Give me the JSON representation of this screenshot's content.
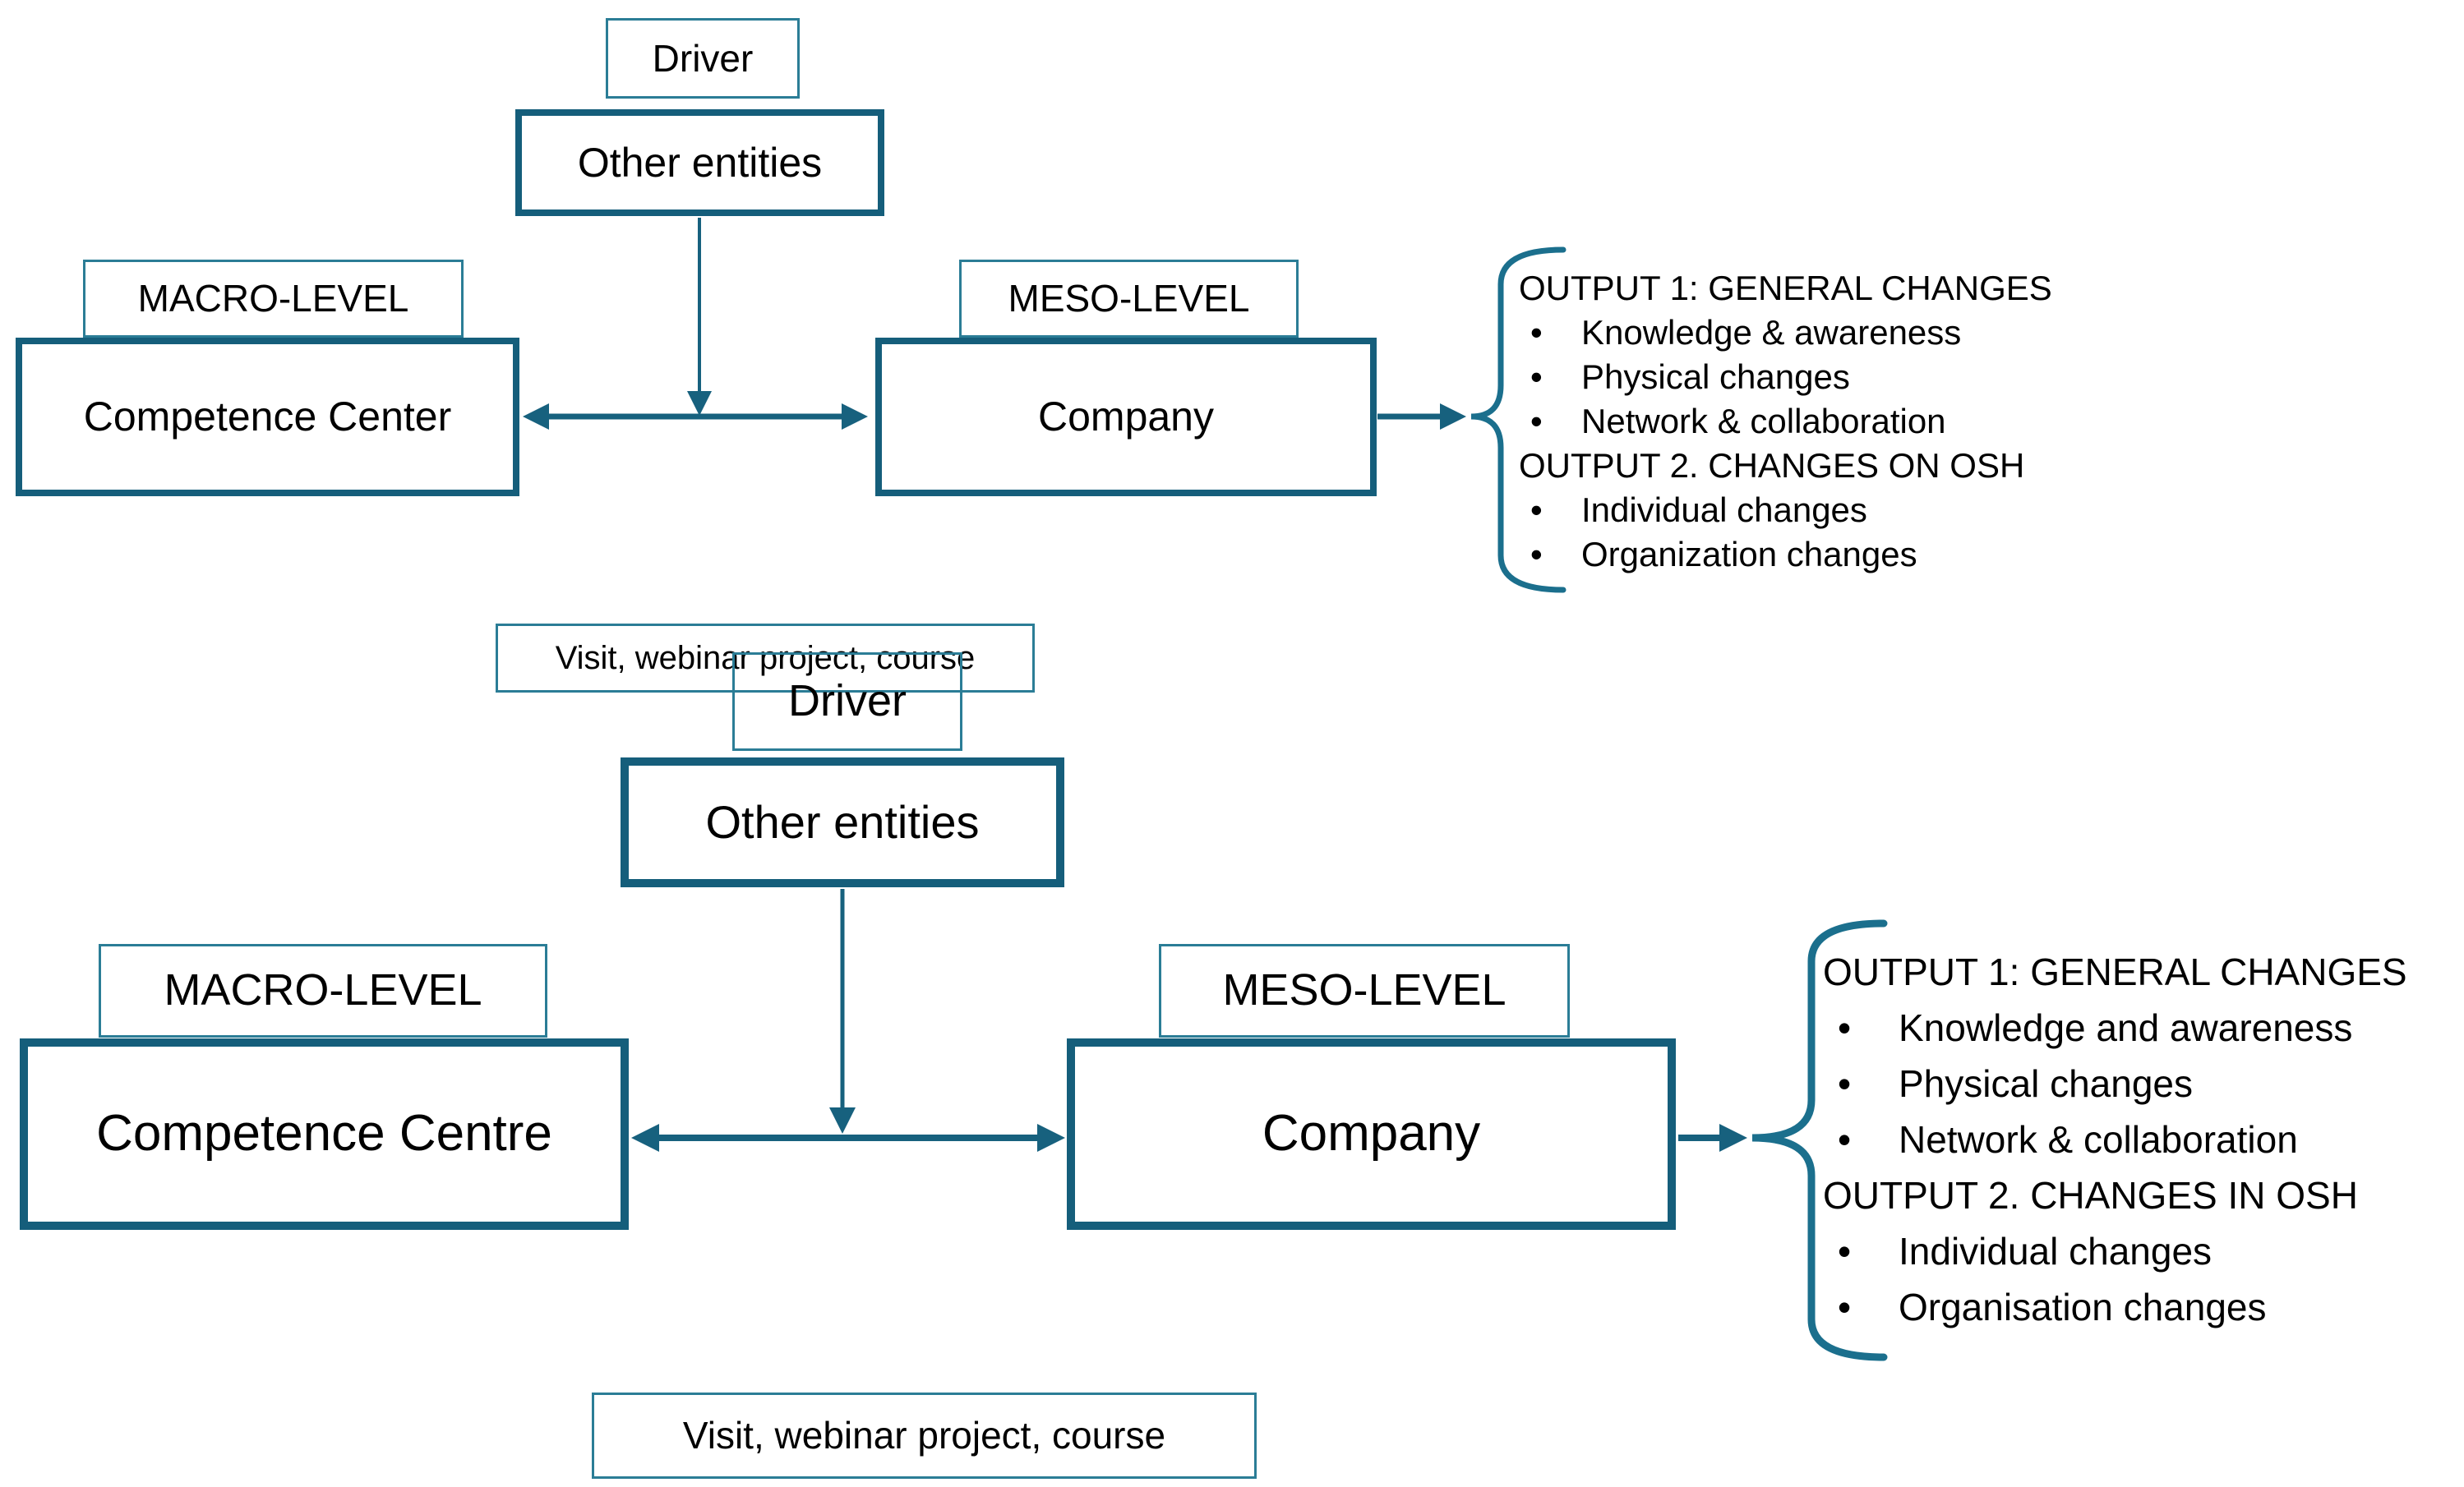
{
  "colors": {
    "thick_border": "#155E7B",
    "thin_border": "#2B7D96",
    "line": "#17617E",
    "brace": "#1B6F8D",
    "text": "#000000",
    "background": "#FFFFFF"
  },
  "top_diagram": {
    "driver_label": "Driver",
    "other_entities_label": "Other entities",
    "macro_level_label": "MACRO-LEVEL",
    "competence_label": "Competence Center",
    "meso_level_label": "MESO-LEVEL",
    "company_label": "Company",
    "visit_label": "Visit, webinar project, course",
    "outputs": {
      "lines": [
        {
          "type": "header",
          "text": "OUTPUT 1: GENERAL CHANGES"
        },
        {
          "type": "bullet",
          "text": "Knowledge & awareness"
        },
        {
          "type": "bullet",
          "text": "Physical changes"
        },
        {
          "type": "bullet",
          "text": "Network & collaboration"
        },
        {
          "type": "header",
          "text": "OUTPUT 2. CHANGES ON OSH"
        },
        {
          "type": "bullet",
          "text": "Individual changes"
        },
        {
          "type": "bullet",
          "text": "Organization changes"
        }
      ]
    }
  },
  "bottom_diagram": {
    "driver_label": "Driver",
    "other_entities_label": "Other entities",
    "macro_level_label": "MACRO-LEVEL",
    "competence_label": "Competence Centre",
    "meso_level_label": "MESO-LEVEL",
    "company_label": "Company",
    "visit_label": "Visit, webinar project, course",
    "outputs": {
      "lines": [
        {
          "type": "header",
          "text": "OUTPUT 1: GENERAL CHANGES"
        },
        {
          "type": "bullet",
          "text": "Knowledge and awareness"
        },
        {
          "type": "bullet",
          "text": "Physical changes"
        },
        {
          "type": "bullet",
          "text": "Network & collaboration"
        },
        {
          "type": "header",
          "text": "OUTPUT 2. CHANGES IN OSH"
        },
        {
          "type": "bullet",
          "text": "Individual changes"
        },
        {
          "type": "bullet",
          "text": "Organisation changes"
        }
      ]
    }
  }
}
